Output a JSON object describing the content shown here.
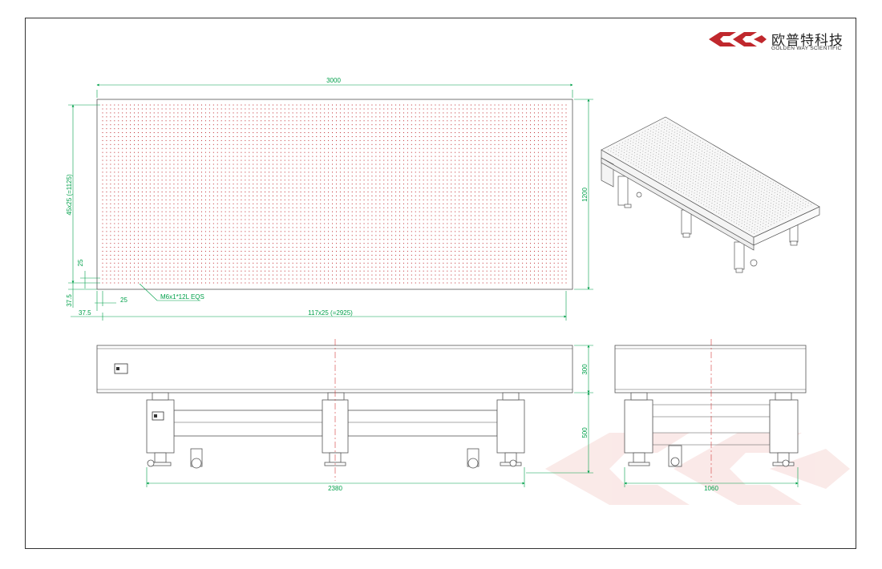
{
  "brand": {
    "name_cn": "欧普特科技",
    "name_en": "GOLDEN WAY SCIENTIFIC",
    "color": "#c0282d",
    "logo_icon": "gw-logo-icon"
  },
  "colors": {
    "dimension": "#00a04a",
    "hole": "#c0282d",
    "centerline": "#d23c3c",
    "outline": "#555555",
    "watermark": "#f6d5d2"
  },
  "top_view": {
    "dimensions": {
      "overall_length": "3000",
      "overall_width": "1200",
      "hole_span_y": "45x25 (=1125)",
      "hole_span_x": "117x25 (=2925)",
      "pitch_y": "25",
      "pitch_x": "25",
      "edge_y": "37.5",
      "edge_x": "37.5"
    },
    "hole_note": "M6x1*12L EQS"
  },
  "front_view": {
    "dimensions": {
      "table_thickness": "300",
      "support_height": "500",
      "support_span": "2380"
    }
  },
  "side_view": {
    "dimensions": {
      "support_width": "1060"
    }
  }
}
